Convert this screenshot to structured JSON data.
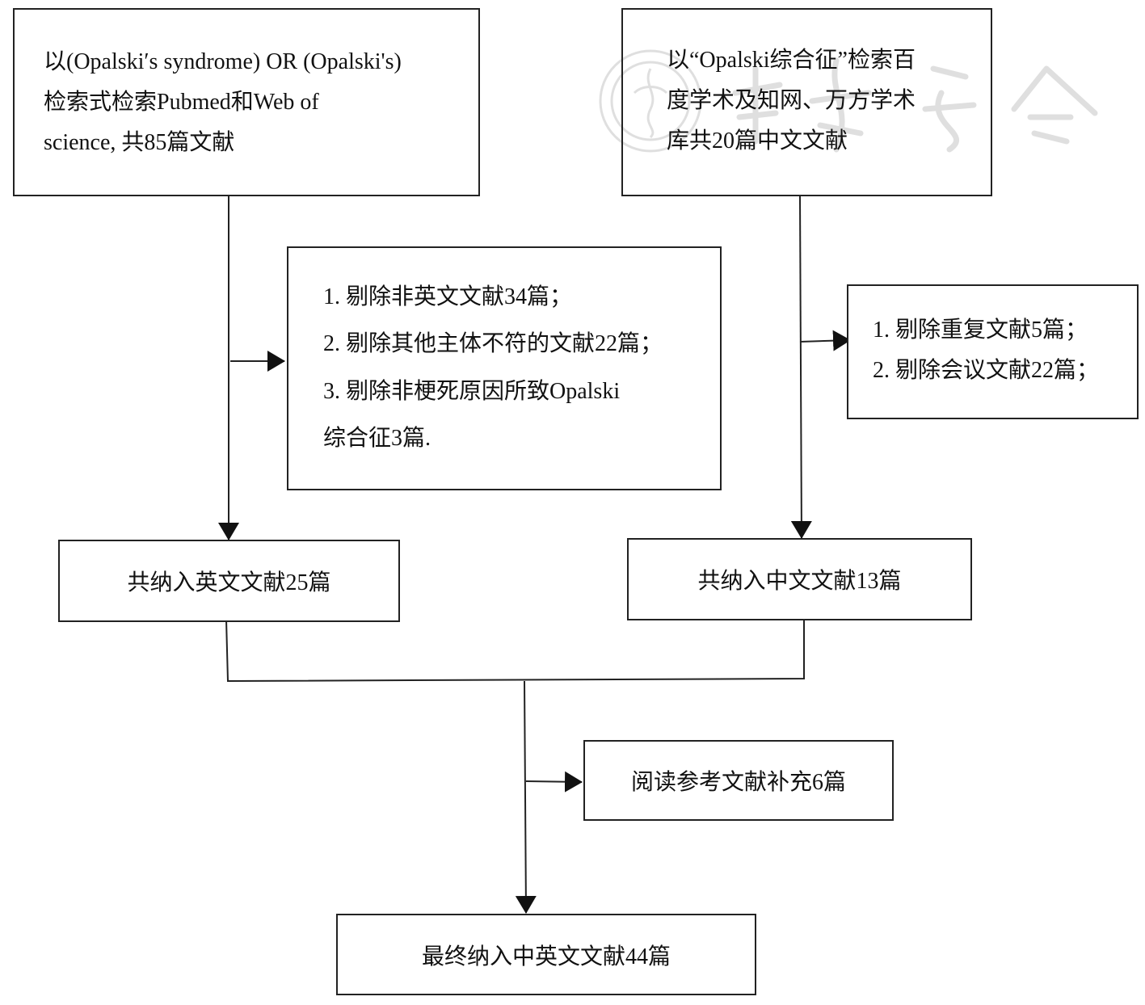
{
  "diagram": {
    "type": "literature-search-flowchart",
    "nodes": {
      "english_search": {
        "lines": [
          "以(Opalski′s syndrome) OR (Opalski's)",
          "检索式检索Pubmed和Web of",
          "science, 共85篇文献"
        ]
      },
      "chinese_search": {
        "lines": [
          "以“Opalski综合征”检索百",
          "度学术及知网、万方学术",
          "库共20篇中文文献"
        ]
      },
      "english_exclusion": {
        "lines": [
          "1. 剔除非英文文献34篇；",
          "2. 剔除其他主体不符的文献22篇；",
          "3. 剔除非梗死原因所致Opalski",
          "综合征3篇."
        ]
      },
      "chinese_exclusion": {
        "lines": [
          "1. 剔除重复文献5篇；",
          "2. 剔除会议文献22篇；"
        ]
      },
      "english_included": {
        "label": "共纳入英文文献25篇"
      },
      "chinese_included": {
        "label": "共纳入中文文献13篇"
      },
      "supplement": {
        "label": "阅读参考文献补充6篇"
      },
      "final": {
        "label": "最终纳入中英文文献44篇"
      }
    },
    "edges": [
      {
        "from": "english_search",
        "to": "english_included"
      },
      {
        "from": "english_search",
        "to": "english_exclusion"
      },
      {
        "from": "chinese_search",
        "to": "chinese_included"
      },
      {
        "from": "chinese_search",
        "to": "chinese_exclusion"
      },
      {
        "from": "english_included",
        "to": "final"
      },
      {
        "from": "chinese_included",
        "to": "final"
      },
      {
        "from": "merge",
        "to": "supplement"
      },
      {
        "from": "merge",
        "to": "final"
      }
    ],
    "watermark": "中华医学会"
  }
}
